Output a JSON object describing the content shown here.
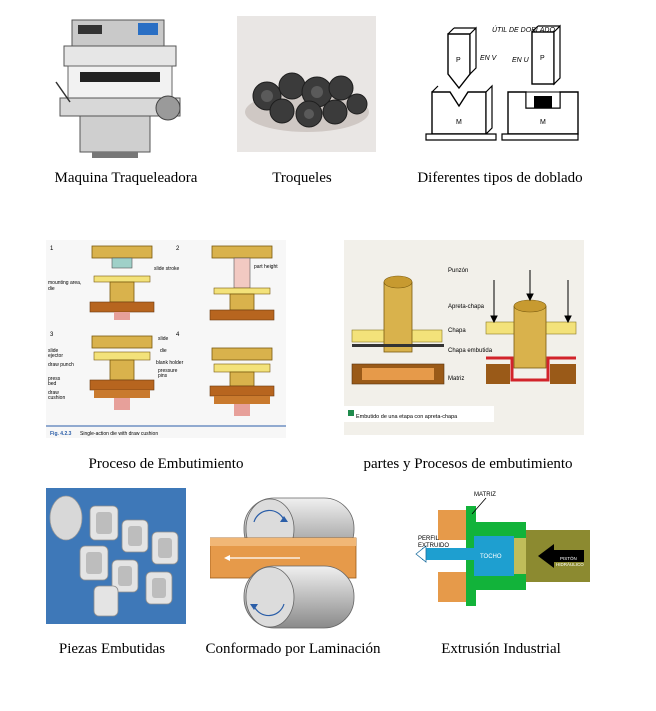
{
  "captions": {
    "machine": "Maquina Traqueleadora",
    "dies": "Troqueles",
    "bending": "Diferentes tipos de doblado",
    "drawing_process": "Proceso de Embutimiento",
    "drawing_parts": "partes y Procesos de embutimiento",
    "drawn_parts": "Piezas Embutidas",
    "rolling": "Conformado por Laminación",
    "extrusion": "Extrusión Industrial"
  },
  "bending_labels": {
    "title": "ÚTIL DE DOBLADO",
    "v_fold": "EN V",
    "u_fold": "EN U",
    "punch_a": "P",
    "punch_b": "P",
    "die_a": "M",
    "die_b": "M"
  },
  "drawing_process_labels": {
    "num_1": "1",
    "num_2": "2",
    "num_3": "3",
    "num_4": "4",
    "mounting": "mounting area,",
    "mounting_2": "die",
    "stroke": "slide stroke",
    "part_height": "part height",
    "slide": "slide",
    "slide_ejector": "slide",
    "slide_ejector_2": "ejector",
    "die": "die",
    "draw_punch": "draw punch",
    "press_bed": "press",
    "press_bed_2": "bed",
    "draw_cushion": "draw",
    "draw_cushion_2": "cushion",
    "blank_holder": "blank holder",
    "pressure_pins": "pressure",
    "pressure_pins_2": "pins",
    "fig_caption_bold": "Fig. 4.2.3",
    "fig_caption": "Single-action die with draw cushion"
  },
  "drawing_parts_labels": {
    "punzon": "Punzón",
    "apreta_chapa": "Apreta-chapa",
    "chapa": "Chapa",
    "chapa_embutida": "Chapa embutida",
    "matriz": "Matriz",
    "caption": "Embutido de una etapa con apreta-chapa"
  },
  "extrusion_labels": {
    "matriz": "MATRIZ",
    "perfil": "PERFIL",
    "extruido": "EXTRUIDO",
    "tocho": "TOCHO",
    "piston": "PISTÓN",
    "hidraulico": "HIDRÁULICO"
  },
  "colors": {
    "brass": "#d9b24c",
    "yellow_plate": "#f3e27a",
    "brown": "#b7651f",
    "cyan": "#1e9fd0",
    "green": "#12b33a",
    "olive": "#8c8a30",
    "orange": "#e69a4a"
  }
}
